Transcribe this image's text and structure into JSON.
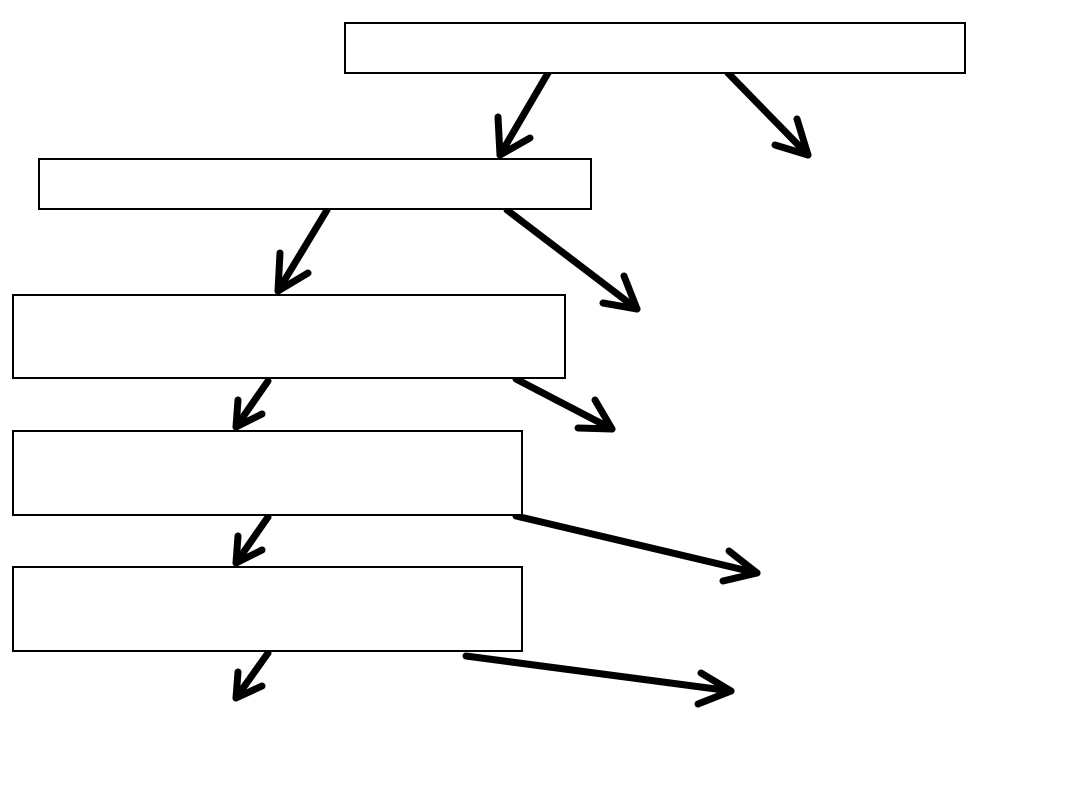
{
  "diagram": {
    "stroke_color": "#000000",
    "boxes": [
      {
        "id": "box-1",
        "label": ""
      },
      {
        "id": "box-2",
        "label": ""
      },
      {
        "id": "box-3",
        "label": ""
      },
      {
        "id": "box-4",
        "label": ""
      },
      {
        "id": "box-5",
        "label": ""
      }
    ]
  }
}
